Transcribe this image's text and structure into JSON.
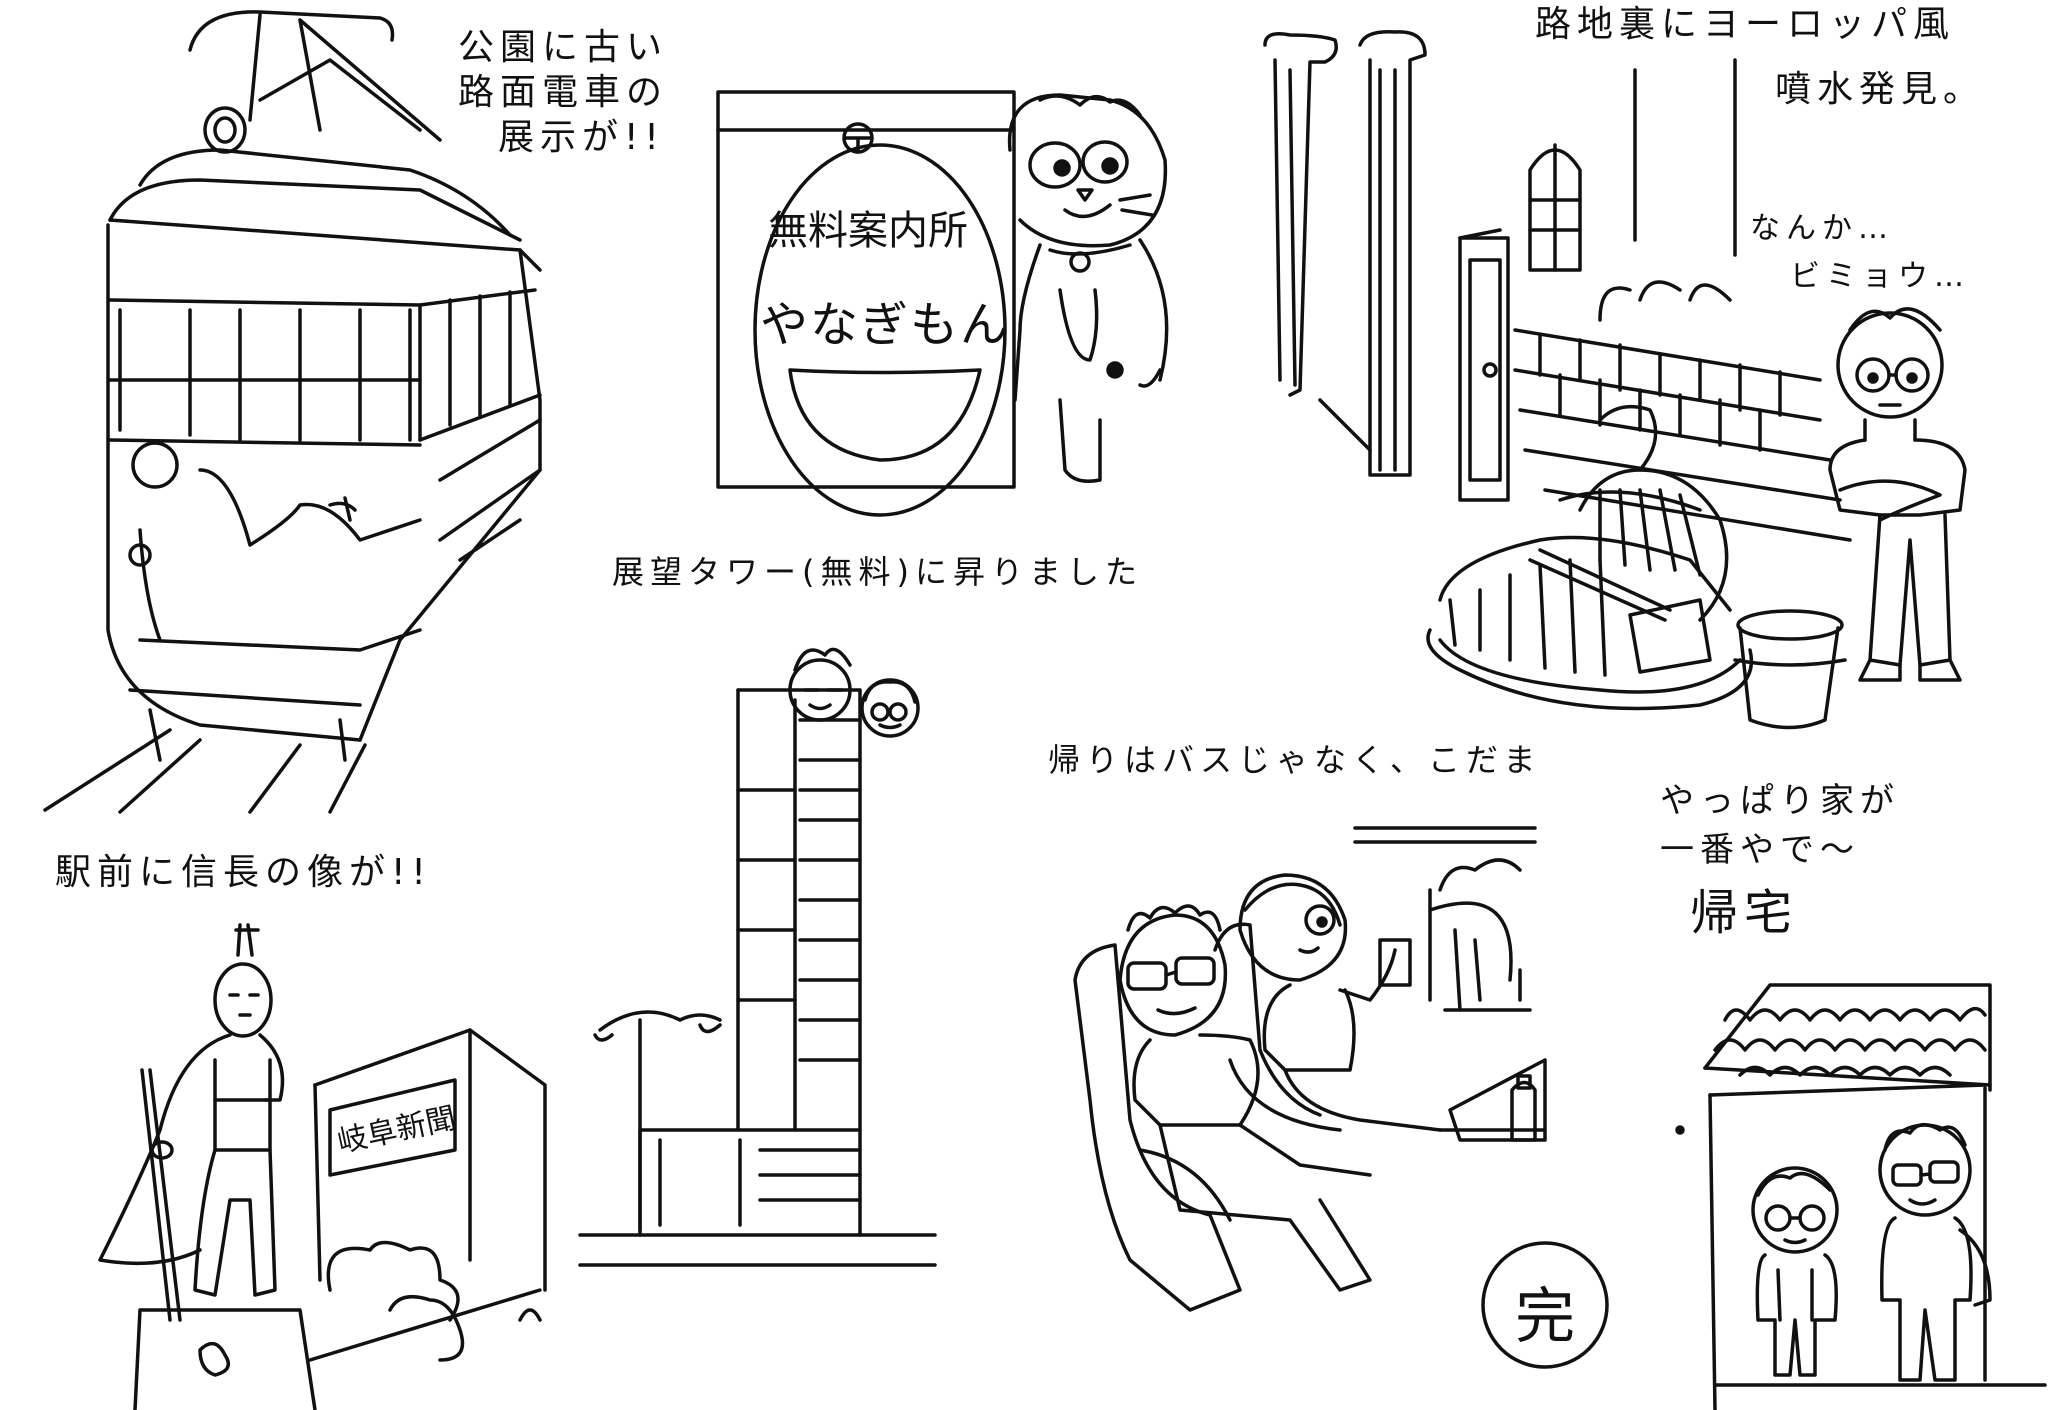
{
  "captions": {
    "tram_line1": "公園に古い",
    "tram_line2": "路面電車の",
    "tram_line3": "展示が!!",
    "fountain_line1": "路地裏にヨーロッパ風",
    "fountain_line2": "噴水発見。",
    "fountain_comment_line1": "なんか…",
    "fountain_comment_line2": "ビミョウ…",
    "tower": "展望タワー(無料)に昇りました",
    "train": "帰りはバスじゃなく、こだま",
    "home_line1": "やっぱり家が",
    "home_line2": "一番やで〜",
    "home_line3": "帰宅",
    "statue": "駅前に信長の像が!!"
  },
  "signs": {
    "info_line1": "無料案内所",
    "info_line2": "やなぎもん",
    "building": "岐阜新聞",
    "end": "完"
  }
}
